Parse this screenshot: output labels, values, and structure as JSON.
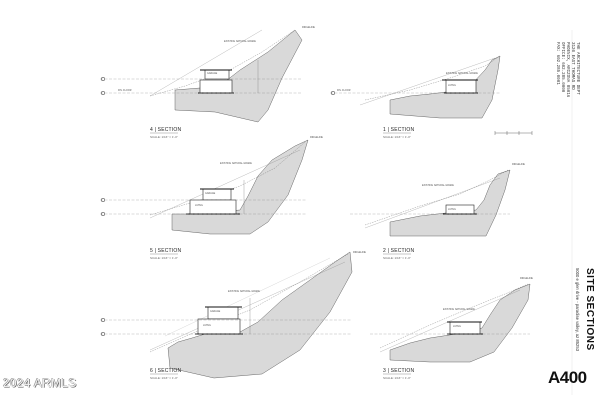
{
  "sections": [
    {
      "id": "s4",
      "label": "4 | SECTION",
      "scale": "SCALE: 1/16\" = 1'-0\""
    },
    {
      "id": "s1",
      "label": "1 | SECTION",
      "scale": "SCALE: 1/16\" = 1'-0\""
    },
    {
      "id": "s5",
      "label": "5 | SECTION",
      "scale": "SCALE: 1/16\" = 1'-0\""
    },
    {
      "id": "s2",
      "label": "2 | SECTION",
      "scale": "SCALE: 1/16\" = 1'-0\""
    },
    {
      "id": "s6",
      "label": "6 | SECTION",
      "scale": "SCALE: 1/16\" = 1'-0\""
    },
    {
      "id": "s3",
      "label": "3 | SECTION",
      "scale": "SCALE: 1/16\" = 1'-0\""
    }
  ],
  "annotations": {
    "contour": "EXISTING NATURAL GRADE",
    "ridgeline": "RIDGELINE",
    "garage": "GARAGE",
    "living": "LIVING",
    "fin_floor": "FIN. FLOOR"
  },
  "firm_lines": [
    "THE ARCHITECTURE DEPT",
    "3120 EAST THOMAS RD",
    "PHOENIX, ARIZONA 85016",
    "OFFICE: 602.285.0000",
    "FAX: 602.285.0001"
  ],
  "sheet_title": "SITE SECTIONS",
  "address": "5000 e glen drive - paradise valley, az 85253",
  "sheet_number": "A400",
  "watermark": "2024 ARMLS"
}
